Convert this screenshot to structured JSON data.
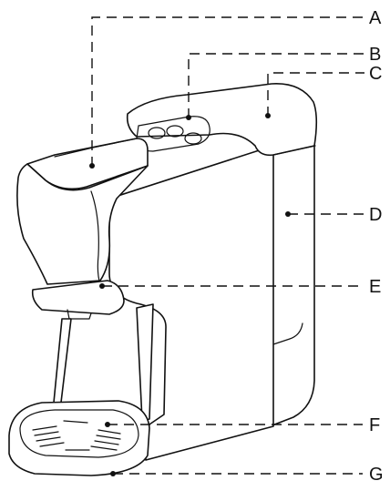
{
  "callouts": [
    {
      "label": "A"
    },
    {
      "label": "B"
    },
    {
      "label": "C"
    },
    {
      "label": "D"
    },
    {
      "label": "E"
    },
    {
      "label": "F"
    },
    {
      "label": "G"
    }
  ],
  "colors": {
    "line": "#111111",
    "background": "#ffffff"
  }
}
